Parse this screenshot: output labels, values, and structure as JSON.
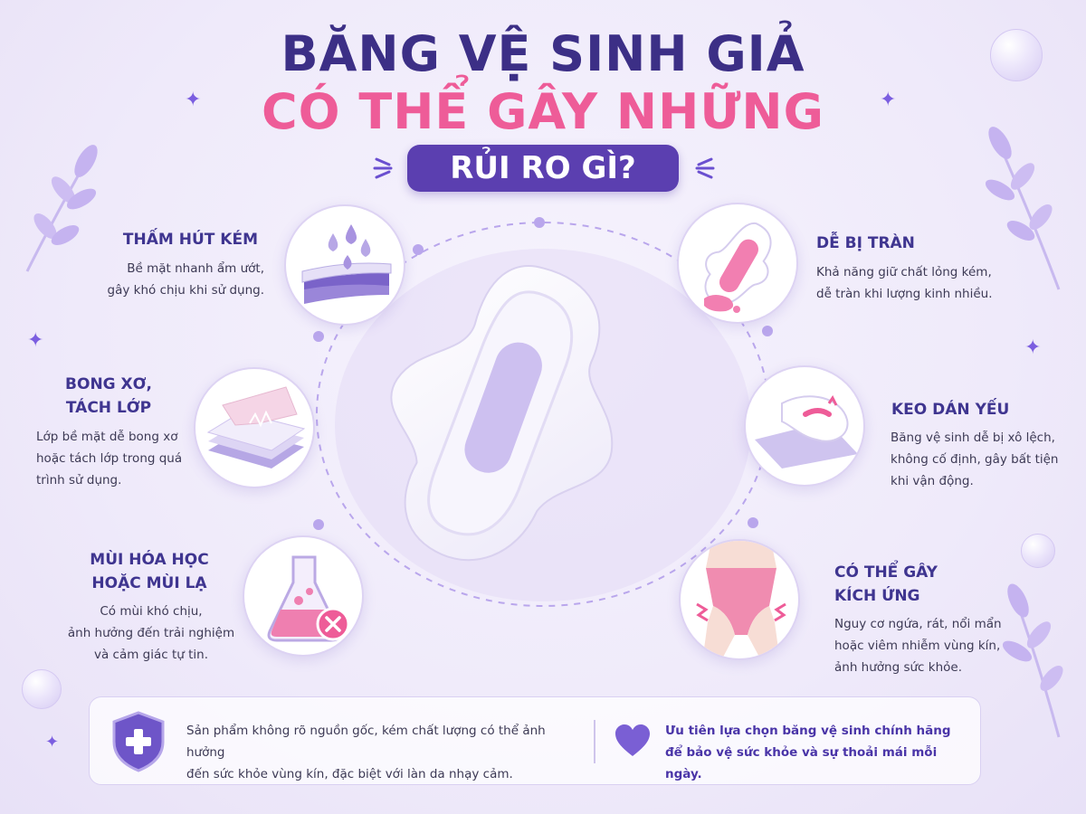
{
  "title": {
    "line1": "BĂNG VỆ SINH GIẢ",
    "line2": "CÓ THỂ GÂY NHỮNG",
    "pill": "RỦI RO GÌ?"
  },
  "features": {
    "absorb": {
      "title": "THẤM HÚT KÉM",
      "desc1": "Bề mặt nhanh ẩm ướt,",
      "desc2": "gây khó chịu khi sử dụng."
    },
    "peel": {
      "title1": "BONG XƠ,",
      "title2": "TÁCH LỚP",
      "desc1": "Lớp bề mặt dễ bong xơ",
      "desc2": "hoặc tách lớp trong quá",
      "desc3": "trình sử dụng."
    },
    "smell": {
      "title1": "MÙI HÓA HỌC",
      "title2": "HOẶC MÙI LẠ",
      "desc1": "Có mùi khó chịu,",
      "desc2": "ảnh hưởng đến trải nghiệm",
      "desc3": "và cảm giác tự tin."
    },
    "leak": {
      "title": "DỄ BỊ TRÀN",
      "desc1": "Khả năng giữ chất lỏng kém,",
      "desc2": "dễ tràn khi lượng kinh nhiều."
    },
    "glue": {
      "title": "KEO DÁN YẾU",
      "desc1": "Băng vệ sinh dễ bị xô lệch,",
      "desc2": "không cố định, gây bất tiện",
      "desc3": "khi vận động."
    },
    "irritation": {
      "title1": "CÓ THỂ GÂY",
      "title2": "KÍCH ỨNG",
      "desc1": "Nguy cơ ngứa, rát, nổi mẩn",
      "desc2": "hoặc viêm nhiễm vùng kín,",
      "desc3": "ảnh hưởng sức khỏe."
    }
  },
  "bottom": {
    "left1": "Sản phẩm không rõ nguồn gốc, kém chất lượng có thể ảnh hưởng",
    "left2": "đến sức khỏe vùng kín, đặc biệt với làn da nhạy cảm.",
    "right1": "Ưu tiên lựa chọn băng vệ sinh chính hãng",
    "right2": "để bảo vệ sức khỏe và sự thoải mái mỗi ngày."
  },
  "icons": {
    "shield": "shield-plus-icon",
    "heart": "heart-icon",
    "drops": "water-drops-icon",
    "layers": "peeling-layers-icon",
    "flask": "chemical-flask-icon",
    "pad_leak": "leaking-pad-icon",
    "pad_glue": "detached-pad-icon",
    "underwear": "irritated-underwear-icon"
  },
  "colors": {
    "primary": "#3c2f86",
    "accent": "#ee5c98",
    "pill": "#5b3fb0",
    "lavender": "#b9a6ec"
  }
}
